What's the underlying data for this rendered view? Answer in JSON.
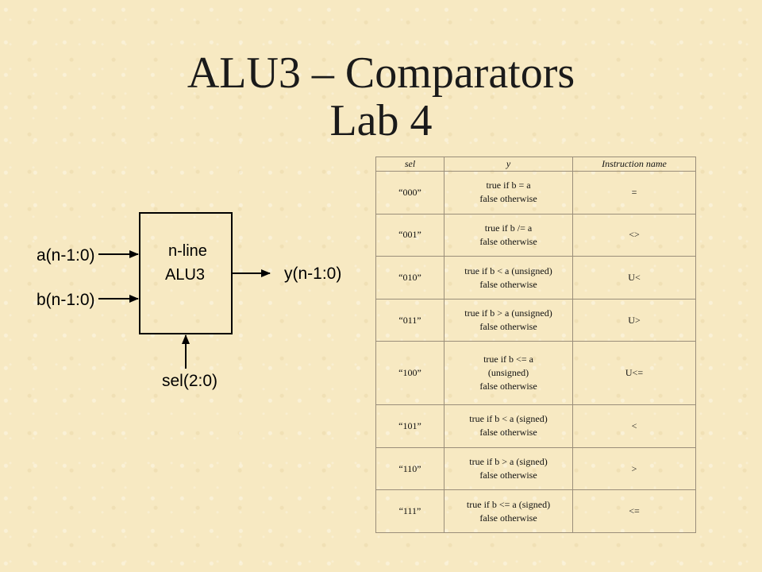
{
  "title": {
    "line1": "ALU3 – Comparators",
    "line2": "Lab 4"
  },
  "diagram": {
    "block_line1": "n-line",
    "block_line2": "ALU3",
    "input_a": "a(n-1:0)",
    "input_b": "b(n-1:0)",
    "output_y": "y(n-1:0)",
    "select": "sel(2:0)"
  },
  "table": {
    "headers": [
      "sel",
      "y",
      "Instruction name"
    ],
    "rows": [
      {
        "sel": "“000”",
        "y": [
          "true if b = a",
          "false otherwise"
        ],
        "name": "="
      },
      {
        "sel": "“001”",
        "y": [
          "true if b /= a",
          "false otherwise"
        ],
        "name": "<>"
      },
      {
        "sel": "“010”",
        "y": [
          "true if b < a (unsigned)",
          "false otherwise"
        ],
        "name": "U<"
      },
      {
        "sel": "“011”",
        "y": [
          "true if b > a (unsigned)",
          "false otherwise"
        ],
        "name": "U>"
      },
      {
        "sel": "“100”",
        "y": [
          "true if b <= a",
          "(unsigned)",
          "false otherwise"
        ],
        "name": "U<="
      },
      {
        "sel": "“101”",
        "y": [
          "true if b < a (signed)",
          "false otherwise"
        ],
        "name": "<"
      },
      {
        "sel": "“110”",
        "y": [
          "true if b > a (signed)",
          "false otherwise"
        ],
        "name": ">"
      },
      {
        "sel": "“111”",
        "y": [
          "true if b <= a (signed)",
          "false otherwise"
        ],
        "name": "<="
      }
    ]
  }
}
